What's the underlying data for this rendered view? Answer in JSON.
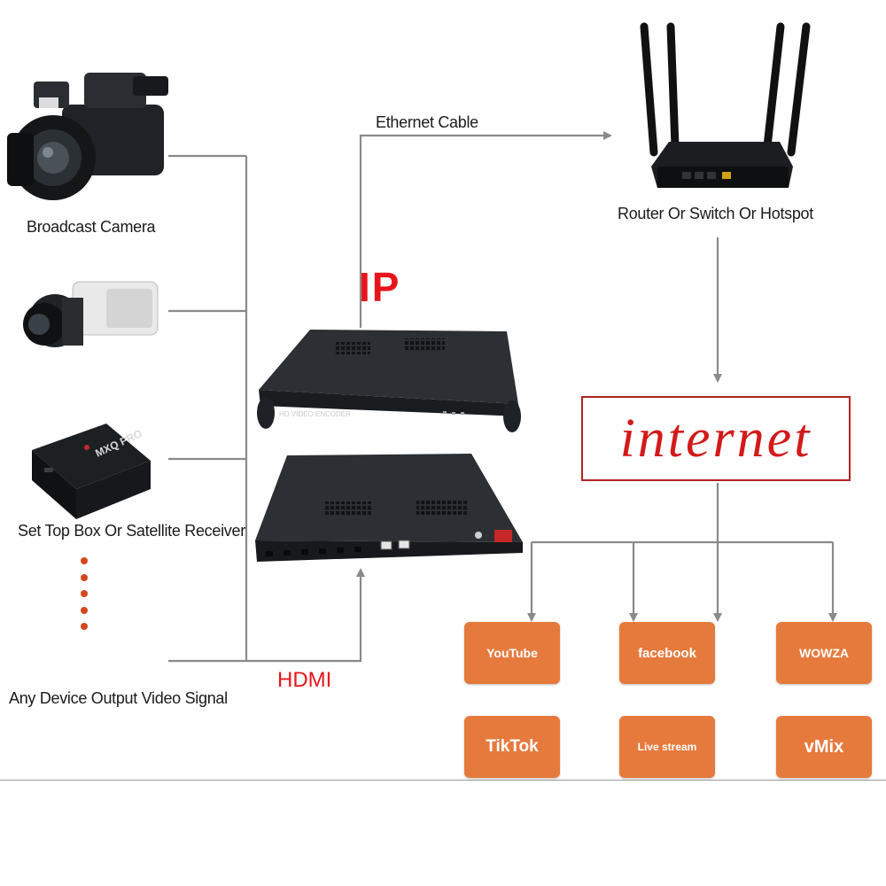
{
  "sources": [
    {
      "label": "Broadcast Camera",
      "icon": "broadcast-camera-icon"
    },
    {
      "label": "",
      "icon": "cctv-camera-icon"
    },
    {
      "label": "Set Top Box Or Satellite Receiver",
      "icon": "set-top-box-icon"
    },
    {
      "label": "Any Device Output Video Signal",
      "icon": "more-dots-icon"
    }
  ],
  "connections": {
    "ethernet_label": "Ethernet Cable",
    "ip_label": "IP",
    "hdmi_label": "HDMI"
  },
  "encoder": {
    "top_unit_text": "HD VIDEO ENCODER",
    "stb_logo_text": "MXQ PRO"
  },
  "router": {
    "label": "Router Or Switch Or Hotspot",
    "icon": "router-icon"
  },
  "internet": {
    "label": "internet"
  },
  "platforms": [
    {
      "label": "YouTube"
    },
    {
      "label": "facebook"
    },
    {
      "label": "WOWZA"
    },
    {
      "label": "TikTok"
    },
    {
      "label": "Live stream"
    },
    {
      "label": "vMix"
    }
  ],
  "colors": {
    "line": "#8a8a8a",
    "accent_red": "#e8141c",
    "tile_orange": "#e67a3d",
    "device_dark": "#2b2f33"
  }
}
